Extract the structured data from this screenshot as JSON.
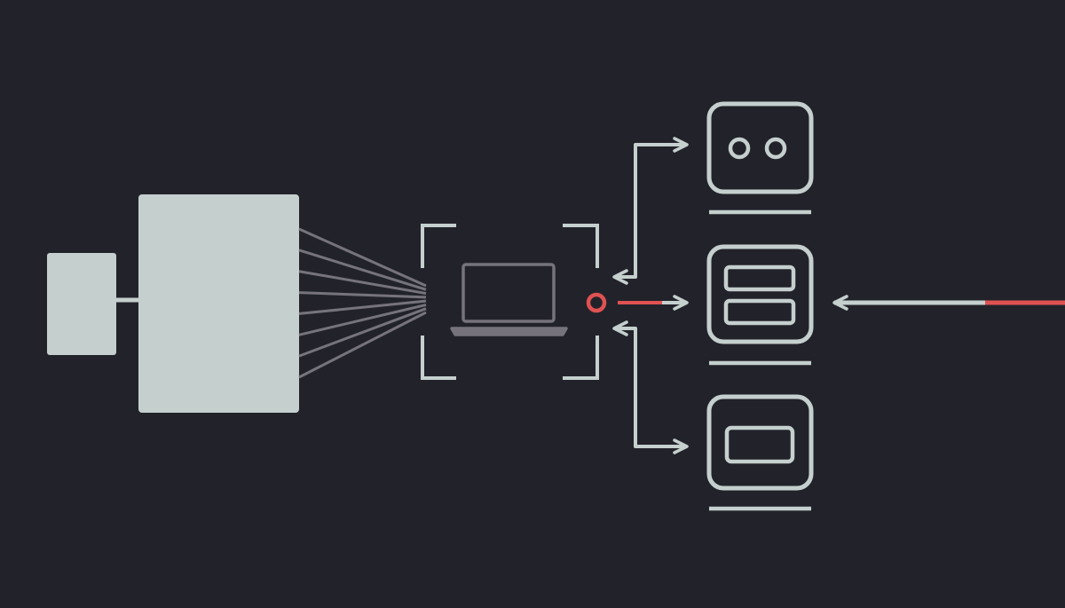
{
  "colors": {
    "background": "#22232a",
    "block_fill": "#c5d0ce",
    "line": "#c5d0ce",
    "fan_line": "#76737c",
    "laptop": "#76737c",
    "accent": "#e05252"
  },
  "nodes": [
    {
      "id": "small-block",
      "icon": "small-square-block"
    },
    {
      "id": "large-block",
      "icon": "large-square-block"
    },
    {
      "id": "laptop-target",
      "icon": "laptop-icon",
      "frame": "corner-brackets"
    },
    {
      "id": "hub-point",
      "icon": "red-ring-icon"
    },
    {
      "id": "card-top",
      "icon": "two-circles-card-icon"
    },
    {
      "id": "card-middle",
      "icon": "two-bars-card-icon"
    },
    {
      "id": "card-bottom",
      "icon": "single-bar-card-icon"
    }
  ],
  "edges": [
    {
      "from": "small-block",
      "to": "large-block",
      "style": "plain"
    },
    {
      "from": "large-block",
      "to": "laptop-target",
      "style": "fan",
      "count": 8
    },
    {
      "from": "card-top",
      "to": "laptop-target",
      "style": "bidirectional-elbow"
    },
    {
      "from": "card-bottom",
      "to": "laptop-target",
      "style": "bidirectional-elbow"
    },
    {
      "from": "hub-point",
      "to": "card-middle",
      "style": "accent-arrow"
    },
    {
      "from": "external-input",
      "to": "card-middle",
      "style": "arrow",
      "accent_tail": true
    }
  ]
}
